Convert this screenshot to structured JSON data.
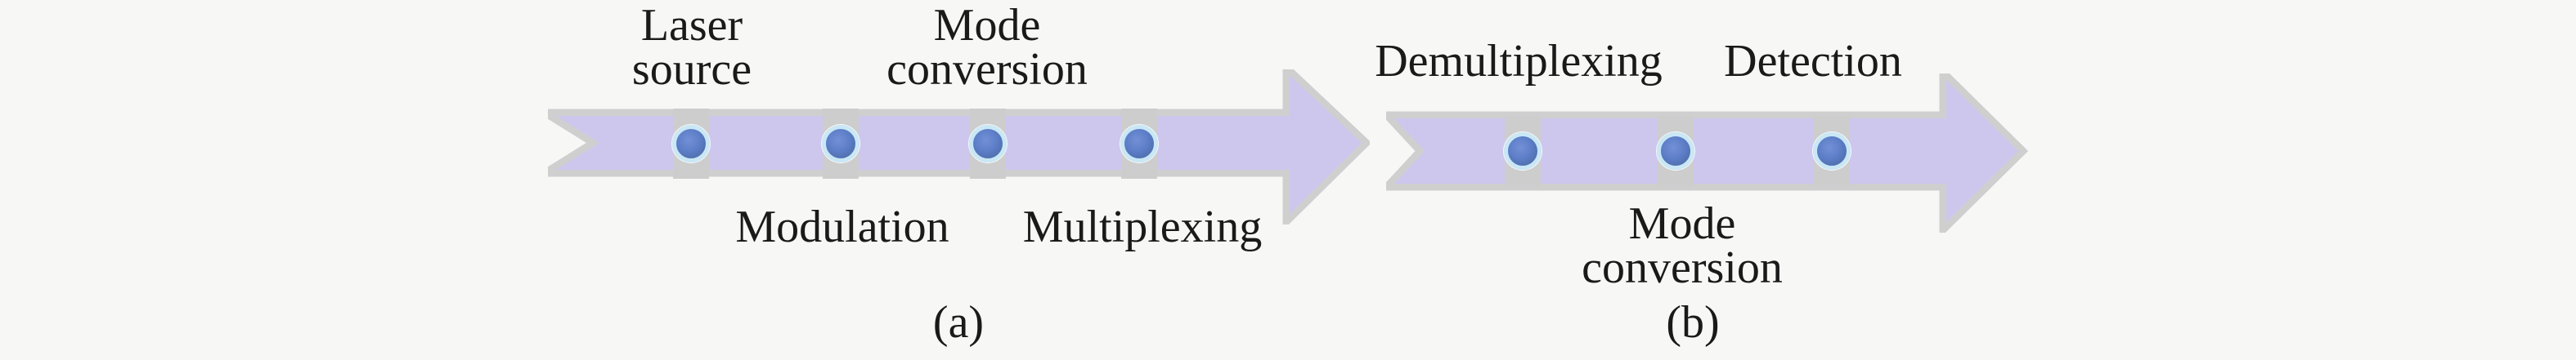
{
  "figure": {
    "panel_a": {
      "caption": "(a)",
      "labels_above": {
        "laser_source": "Laser\nsource",
        "mode_conversion": "Mode\nconversion"
      },
      "labels_below": {
        "modulation": "Modulation",
        "multiplexing": "Multiplexing"
      },
      "stage_sequence": [
        "Laser source",
        "Modulation",
        "Mode conversion",
        "Multiplexing"
      ],
      "node_count": 4
    },
    "panel_b": {
      "caption": "(b)",
      "labels_above": {
        "demultiplexing": "Demultiplexing",
        "detection": "Detection"
      },
      "labels_below": {
        "mode_conversion": "Mode\nconversion"
      },
      "stage_sequence": [
        "Demultiplexing",
        "Mode conversion",
        "Detection"
      ],
      "node_count": 3
    }
  },
  "colors": {
    "background": "#f7f7f5",
    "arrow_fill": "#cdc7ee",
    "arrow_outline": "#cfcfcf",
    "node_fill": "#5b7cc4",
    "node_halo": "#c9e7f5",
    "node_backing": "#cdcdcd",
    "text": "#1a1a1a"
  }
}
